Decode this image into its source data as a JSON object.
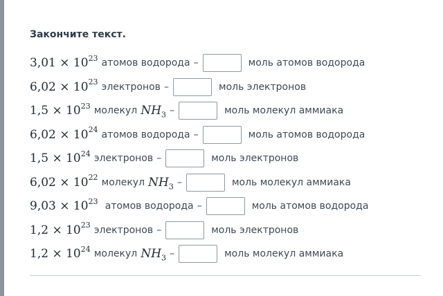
{
  "title": "Закончите текст.",
  "rows": [
    {
      "mant": "3,01",
      "times": "×",
      "base": "10",
      "exp": "23",
      "particle": "атомов водорода",
      "dash": "–",
      "unit": "моль атомов водорода"
    },
    {
      "mant": "6,02",
      "times": "×",
      "base": "10",
      "exp": "23",
      "particle": "электронов",
      "dash": "–",
      "unit": "моль электронов"
    },
    {
      "mant": "1,5",
      "times": "×",
      "base": "10",
      "exp": "23",
      "particle": "молекул",
      "formula": "NH",
      "formula_sub": "3",
      "dash": "–",
      "unit": "моль молекул аммиака"
    },
    {
      "mant": "6,02",
      "times": "×",
      "base": "10",
      "exp": "24",
      "particle": "атомов водорода",
      "dash": "–",
      "unit": "моль атомов водорода"
    },
    {
      "mant": "1,5",
      "times": "×",
      "base": "10",
      "exp": "24",
      "particle": "электронов",
      "dash": "–",
      "unit": "моль электронов"
    },
    {
      "mant": "6,02",
      "times": "×",
      "base": "10",
      "exp": "22",
      "particle": "молекул",
      "formula": "NH",
      "formula_sub": "3",
      "dash": "–",
      "unit": "моль молекул аммиака"
    },
    {
      "mant": "9,03",
      "times": "×",
      "base": "10",
      "exp": "23",
      "particle": "атомов водорода",
      "dash": "–",
      "unit": "моль атомов водорода"
    },
    {
      "mant": "1,2",
      "times": "×",
      "base": "10",
      "exp": "23",
      "particle": "электронов",
      "dash": "–",
      "unit": "моль электронов"
    },
    {
      "mant": "1,2",
      "times": "×",
      "base": "10",
      "exp": "24",
      "particle": "молекул",
      "formula": "NH",
      "formula_sub": "3",
      "dash": "–",
      "unit": "моль молекул аммиака"
    }
  ],
  "answers": [
    "",
    "",
    "",
    "",
    "",
    "",
    "",
    "",
    ""
  ]
}
